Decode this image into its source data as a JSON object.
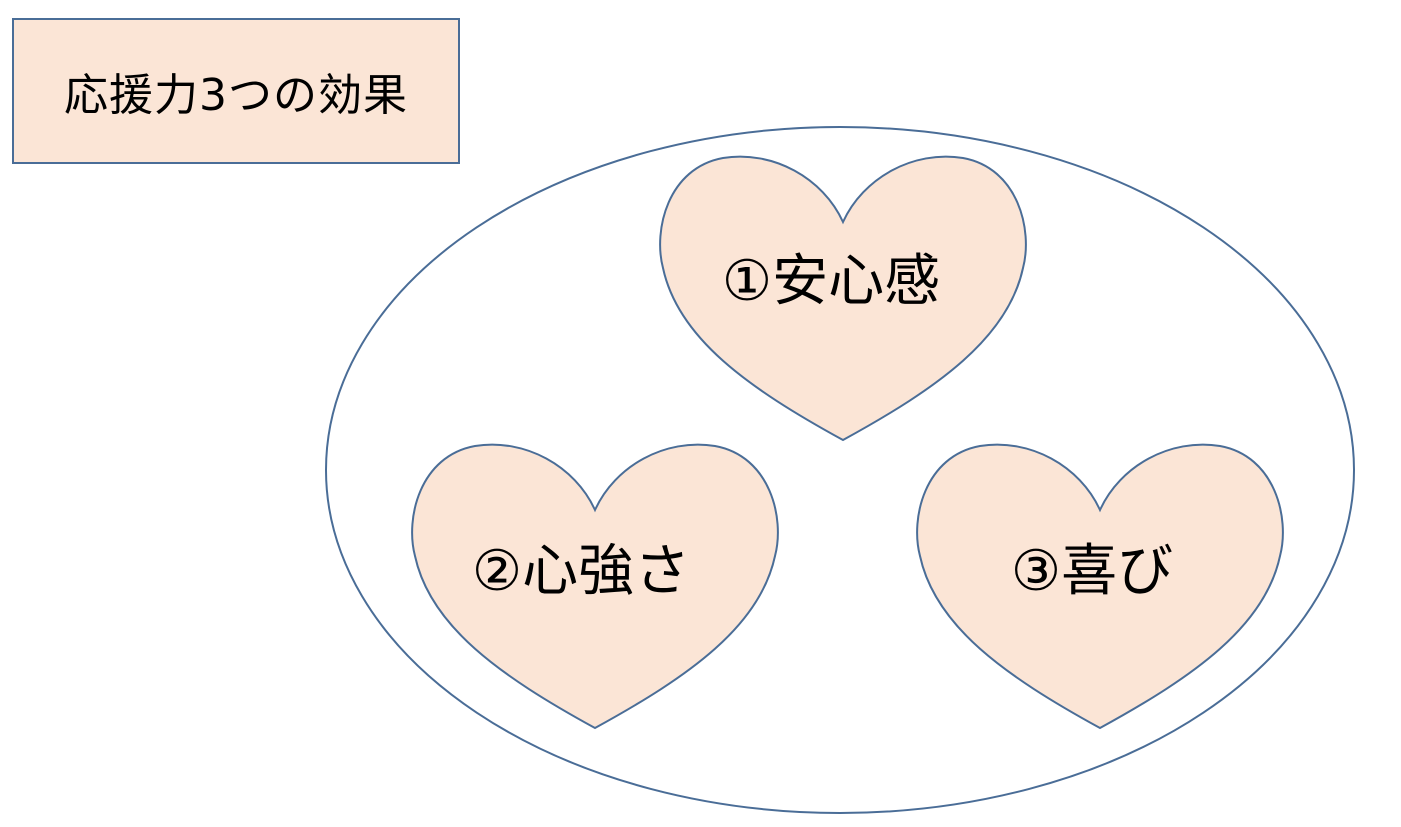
{
  "title": "応援力3つの効果",
  "colors": {
    "fill": "#fbe5d6",
    "stroke": "#4a6d97",
    "background": "#ffffff"
  },
  "hearts": [
    {
      "label": "①安心感"
    },
    {
      "label": "②心強さ"
    },
    {
      "label": "③喜び"
    }
  ]
}
